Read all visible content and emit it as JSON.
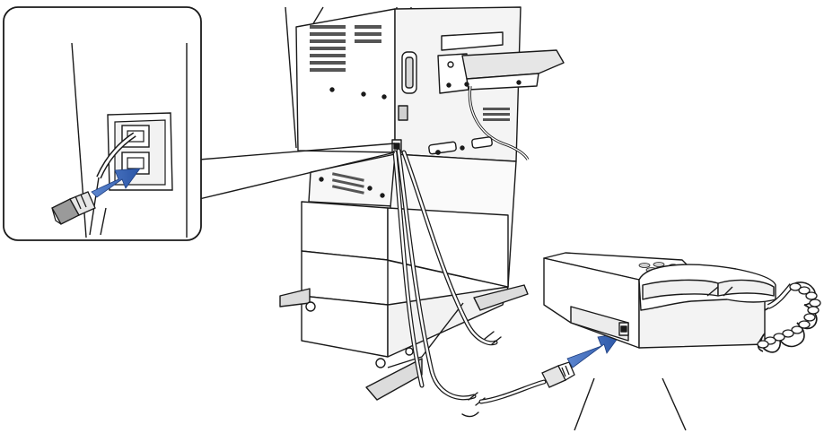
{
  "figure": {
    "description_labels": [],
    "colors": {
      "line": "#1a1a1a",
      "fill_light": "#ffffff",
      "fill_gray": "#e9e9e9",
      "fill_mid": "#cfcfcf",
      "fill_dark": "#555555",
      "arrow_blue": "#2e5fb0",
      "cable": "#6a6a6a"
    },
    "icons": {
      "inset": "magnified-port-callout",
      "copier": "multifunction-copier-rear-view",
      "telephone": "extension-telephone",
      "arrow": "insert-direction-arrow",
      "plug": "modular-telephone-plug"
    }
  }
}
